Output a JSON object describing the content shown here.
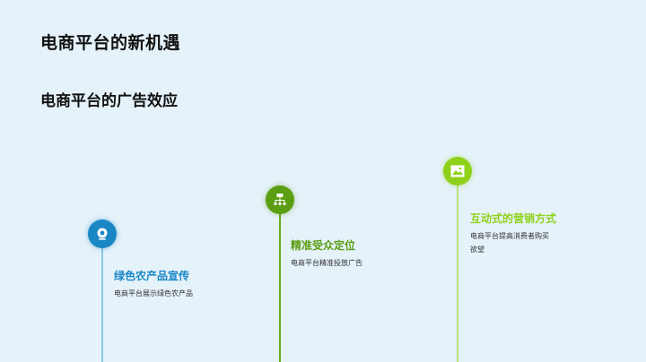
{
  "slide": {
    "title": "电商平台的新机遇",
    "subtitle": "电商平台的广告效应"
  },
  "timeline": {
    "items": [
      {
        "title": "绿色农产品宣传",
        "description": "电商平台展示绿色农产品",
        "icon": "webcam-icon",
        "color": "#1a87c5",
        "line_color": "#8cc6e6"
      },
      {
        "title": "精准受众定位",
        "description": "电商平台精准投放广告",
        "icon": "hierarchy-icon",
        "color": "#5b9e12",
        "line_color": "#6aa81e"
      },
      {
        "title": "互动式的营销方式",
        "description": "电商平台提高消费者购买欲望",
        "icon": "image-icon",
        "color": "#8fd11a",
        "line_color": "#b9e27a"
      }
    ]
  }
}
